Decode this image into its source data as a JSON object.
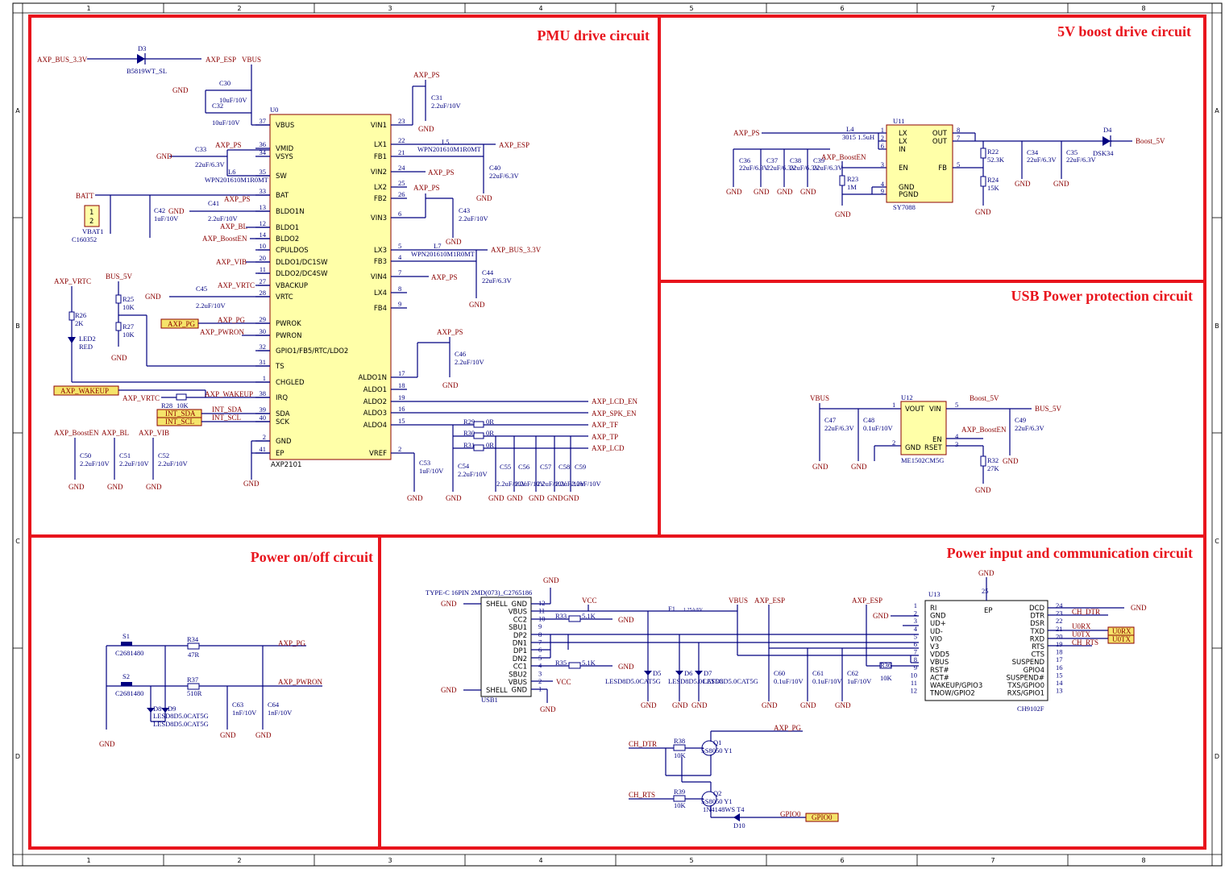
{
  "frame": {
    "cols": [
      "1",
      "2",
      "3",
      "4",
      "5",
      "6",
      "7",
      "8"
    ],
    "rows": [
      "A",
      "B",
      "C",
      "D"
    ]
  },
  "titles": {
    "pmu": "PMU drive circuit",
    "boost": "5V boost drive circuit",
    "usb_protect": "USB Power protection circuit",
    "power_onoff": "Power on/off circuit",
    "power_input": "Power input and communication circuit"
  },
  "pmu": {
    "ic_ref": "U0",
    "ic_name": "AXP2101",
    "left_pins": [
      {
        "n": "37",
        "name": "VBUS"
      },
      {
        "n": "36",
        "name": "VMID"
      },
      {
        "n": "34",
        "name": "VSYS"
      },
      {
        "n": "35",
        "name": "SW"
      },
      {
        "n": "33",
        "name": "BAT"
      },
      {
        "n": "13",
        "name": "BLDO1N"
      },
      {
        "n": "12",
        "name": "BLDO1"
      },
      {
        "n": "14",
        "name": "BLDO2"
      },
      {
        "n": "10",
        "name": "CPULDOS"
      },
      {
        "n": "20",
        "name": "DLDO1/DC1SW"
      },
      {
        "n": "11",
        "name": "DLDO2/DC4SW"
      },
      {
        "n": "27",
        "name": "VBACKUP"
      },
      {
        "n": "28",
        "name": "VRTC"
      },
      {
        "n": "29",
        "name": "PWROK"
      },
      {
        "n": "30",
        "name": "PWRON"
      },
      {
        "n": "32",
        "name": "GPIO1/FB5/RTC/LDO2"
      },
      {
        "n": "31",
        "name": "TS"
      },
      {
        "n": "1",
        "name": "CHGLED"
      },
      {
        "n": "38",
        "name": "IRQ"
      },
      {
        "n": "39",
        "name": "SDA"
      },
      {
        "n": "40",
        "name": "SCK"
      },
      {
        "n": "2",
        "name": "GND"
      },
      {
        "n": "41",
        "name": "EP"
      }
    ],
    "right_pins": [
      {
        "n": "23",
        "name": "VIN1"
      },
      {
        "n": "22",
        "name": "LX1"
      },
      {
        "n": "21",
        "name": "FB1"
      },
      {
        "n": "24",
        "name": "VIN2"
      },
      {
        "n": "25",
        "name": "LX2"
      },
      {
        "n": "26",
        "name": "FB2"
      },
      {
        "n": "6",
        "name": "VIN3"
      },
      {
        "n": "5",
        "name": "LX3"
      },
      {
        "n": "4",
        "name": "FB3"
      },
      {
        "n": "7",
        "name": "VIN4"
      },
      {
        "n": "8",
        "name": "LX4"
      },
      {
        "n": "9",
        "name": "FB4"
      },
      {
        "n": "17",
        "name": "ALDO1N"
      },
      {
        "n": "18",
        "name": "ALDO1"
      },
      {
        "n": "19",
        "name": "ALDO2"
      },
      {
        "n": "16",
        "name": "ALDO3"
      },
      {
        "n": "15",
        "name": "ALDO4"
      },
      {
        "n": "2",
        "name": "VREF"
      }
    ],
    "nets": {
      "axp_bus": "AXP_BUS_3.3V",
      "axp_esp": "AXP_ESP",
      "vbus": "VBUS",
      "d3": "D3",
      "d3_part": "B5819WT_SL",
      "gnd": "GND",
      "axp_ps": "AXP_PS",
      "batt": "BATT",
      "vbat1": "VBAT1",
      "c160352": "C160352",
      "axp_bl": "AXP_BL",
      "axp_boosten": "AXP_BoostEN",
      "axp_vib": "AXP_VIB",
      "axp_vrtc": "AXP_VRTC",
      "bus_5v": "BUS_5V",
      "axp_pg": "AXP_PG",
      "axp_pwron": "AXP_PWRON",
      "axp_wakeup": "AXP_WAKEUP",
      "int_sda": "INT_SDA",
      "int_scl": "INT_SCL",
      "axp_lcd_en": "AXP_LCD_EN",
      "axp_spk_en": "AXP_SPK_EN",
      "axp_tf": "AXP_TF",
      "axp_tp": "AXP_TP",
      "axp_lcd": "AXP_LCD",
      "led2": "LED2",
      "led_color": "RED",
      "r26": "R26",
      "r26v": "2K",
      "r25": "R25",
      "r25v": "10K",
      "r27": "R27",
      "r27v": "10K",
      "r28": "R28",
      "r28v": "10K",
      "c30": "C30",
      "c30v": "10uF/10V",
      "c32": "C32",
      "c32v": "10uF/10V",
      "c33": "C33",
      "c33v": "22uF/6.3V",
      "l6": "L6",
      "l6v": "WPN201610M1R0MT",
      "c41": "C41",
      "c41v": "2.2uF/10V",
      "c42": "C42",
      "c42v": "1uF/10V",
      "c45": "C45",
      "c45v": "2.2uF/10V",
      "c31": "C31",
      "c31v": "2.2uF/10V",
      "l5": "L5",
      "l5v": "WPN201610M1R0MT",
      "c40": "C40",
      "c40v": "22uF/6.3V",
      "c43": "C43",
      "c43v": "2.2uF/10V",
      "l7": "L7",
      "l7v": "WPN201610M1R0MT",
      "c44": "C44",
      "c44v": "22uF/6.3V",
      "c46": "C46",
      "c46v": "2.2uF/10V",
      "r29": "R29",
      "r30": "R30",
      "r31": "R31",
      "r0": "0R",
      "c50": "C50",
      "c51": "C51",
      "c52": "C52",
      "c2v": "2.2uF/10V",
      "c53": "C53",
      "c53v": "1uF/10V",
      "c54": "C54",
      "c55": "C55",
      "c56": "C56",
      "c57": "C57",
      "c58": "C58",
      "c59": "C59"
    }
  },
  "boost": {
    "ic_ref": "U11",
    "ic_name": "SY7088",
    "pins_l": [
      {
        "n": "1",
        "name": "LX"
      },
      {
        "n": "2",
        "name": "LX"
      },
      {
        "n": "6",
        "name": "IN"
      },
      {
        "n": "3",
        "name": "EN"
      },
      {
        "n": "4",
        "name": "GND"
      },
      {
        "n": "9",
        "name": "PGND"
      }
    ],
    "pins_r": [
      {
        "n": "8",
        "name": "OUT"
      },
      {
        "n": "7",
        "name": "OUT"
      },
      {
        "n": "5",
        "name": "FB"
      }
    ],
    "l4": "L4",
    "l4v": "3015 1.5uH",
    "d4": "D4",
    "d4v": "DSK34",
    "boost_5v": "Boost_5V",
    "r22": "R22",
    "r22v": "52.3K",
    "r24": "R24",
    "r24v": "15K",
    "r23": "R23",
    "r23v": "1M",
    "c34": "C34",
    "c35": "C35",
    "c36": "C36",
    "c37": "C37",
    "c38": "C38",
    "c39": "C39",
    "cv": "22uF/6.3V"
  },
  "usbp": {
    "ic_ref": "U12",
    "ic_name": "ME1502CM5G",
    "pins": [
      "VOUT",
      "VIN",
      "EN",
      "GND",
      "RSET"
    ],
    "c47": "C47",
    "c47v": "22uF/6.3V",
    "c48": "C48",
    "c48v": "0.1uF/10V",
    "c49": "C49",
    "c49v": "22uF/6.3V",
    "r32": "R32",
    "r32v": "27K",
    "vbus": "VBUS",
    "boost_5v": "Boost_5V",
    "bus_5v": "BUS_5V",
    "axp_boosten": "AXP_BoostEN"
  },
  "onoff": {
    "s1": "S1",
    "s2": "S2",
    "sw_part": "C2681480",
    "r34": "R34",
    "r34v": "47R",
    "r37": "R37",
    "r37v": "510R",
    "c63": "C63",
    "c64": "C64",
    "cv": "1nF/10V",
    "d8": "D8",
    "d9": "D9",
    "dpart": "LESD8D5.0CAT5G",
    "axp_pg": "AXP_PG",
    "axp_pwron": "AXP_PWRON",
    "gnd": "GND"
  },
  "pinput": {
    "usb_label": "TYPE-C 16PIN 2MD(073)_C2765186",
    "usb_ref": "USB1",
    "usb_pins_l": [
      "SHELL",
      "",
      "",
      "",
      "",
      "",
      "",
      "",
      "",
      "",
      "",
      "SHELL"
    ],
    "usb_pins_r": [
      "GND",
      "VBUS",
      "CC2",
      "SBU1",
      "DP2",
      "DN1",
      "DP1",
      "DN2",
      "CC1",
      "SBU2",
      "VBUS",
      "GND"
    ],
    "usb_nums_r": [
      "12",
      "11",
      "10",
      "9",
      "8",
      "7",
      "6",
      "5",
      "4",
      "3",
      "2",
      "1"
    ],
    "vcc": "VCC",
    "f1": "F1",
    "f1v": "1.25A/6V",
    "vbus": "VBUS",
    "axp_esp": "AXP_ESP",
    "r33": "R33",
    "r35": "R35",
    "r51k": "5.1K",
    "d5": "D5",
    "d6": "D6",
    "d7": "D7",
    "dpart": "LESD8D5.0CAT5G",
    "c60": "C60",
    "c61": "C61",
    "c62": "C62",
    "c60v": "0.1uF/10V",
    "c61v": "0.1uF/10V",
    "c62v": "1uF/10V",
    "r36": "R36",
    "r36v": "10K",
    "ch_ref": "U13",
    "ch_name": "CH9102F",
    "ch_pins_l": [
      {
        "n": "1",
        "name": "RI"
      },
      {
        "n": "2",
        "name": "GND"
      },
      {
        "n": "3",
        "name": "UD+"
      },
      {
        "n": "4",
        "name": "UD-"
      },
      {
        "n": "5",
        "name": "VIO"
      },
      {
        "n": "6",
        "name": "V3"
      },
      {
        "n": "7",
        "name": "VDD5"
      },
      {
        "n": "8",
        "name": "VBUS"
      },
      {
        "n": "9",
        "name": "RST#"
      },
      {
        "n": "10",
        "name": "ACT#"
      },
      {
        "n": "11",
        "name": "WAKEUP/GPIO3"
      },
      {
        "n": "12",
        "name": "TNOW/GPIO2"
      }
    ],
    "ch_pins_r": [
      {
        "n": "24",
        "name": "DCD"
      },
      {
        "n": "23",
        "name": "DTR"
      },
      {
        "n": "22",
        "name": "DSR"
      },
      {
        "n": "21",
        "name": "TXD"
      },
      {
        "n": "20",
        "name": "RXD"
      },
      {
        "n": "19",
        "name": "RTS"
      },
      {
        "n": "18",
        "name": "CTS"
      },
      {
        "n": "17",
        "name": "SUSPEND"
      },
      {
        "n": "16",
        "name": "GPIO4"
      },
      {
        "n": "15",
        "name": "SUSPEND#"
      },
      {
        "n": "14",
        "name": "TXS/GPIO0"
      },
      {
        "n": "13",
        "name": "RXS/GPIO1"
      }
    ],
    "ep": "EP",
    "ep_n": "25",
    "ch_dtr": "CH_DTR",
    "ch_rts": "CH_RTS",
    "u0rx": "U0RX",
    "u0tx": "U0TX",
    "q1": "Q1",
    "q2": "Q2",
    "qpart": "SS8050 Y1",
    "r38": "R38",
    "r39": "R39",
    "r10k": "10K",
    "d10": "D10",
    "d10v": "1N4148WS T4",
    "gpio0": "GPIO0",
    "axp_pg": "AXP_PG",
    "gnd": "GND"
  }
}
